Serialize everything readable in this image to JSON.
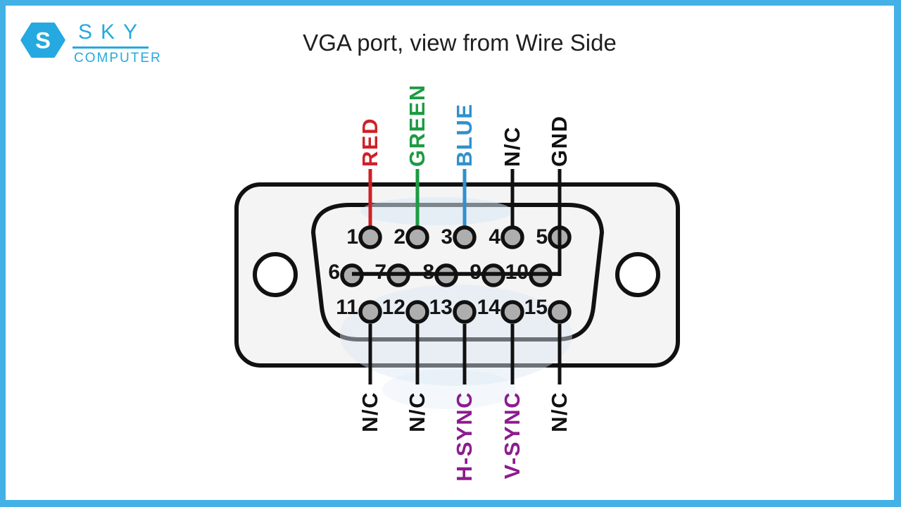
{
  "frame": {
    "border_color": "#43b1e6",
    "background": "#ffffff"
  },
  "logo": {
    "icon": "hexagon-s-logo",
    "monogram": "S",
    "brand_top": "SKY",
    "brand_bottom": "COMPUTER",
    "color": "#25a9e0"
  },
  "title": "VGA port, view from Wire Side",
  "diagram": {
    "type": "pinout",
    "rows": [
      {
        "pins": [
          1,
          2,
          3,
          4,
          5
        ]
      },
      {
        "pins": [
          6,
          7,
          8,
          9,
          10
        ]
      },
      {
        "pins": [
          11,
          12,
          13,
          14,
          15
        ]
      }
    ],
    "top_labels": [
      {
        "text": "RED",
        "color": "#cf2026",
        "pin": 1
      },
      {
        "text": "GREEN",
        "color": "#1d9b43",
        "pin": 2
      },
      {
        "text": "BLUE",
        "color": "#3190cc",
        "pin": 3
      },
      {
        "text": "N/C",
        "color": "#111111",
        "pin": 4
      },
      {
        "text": "GND",
        "color": "#111111",
        "pin": 5
      }
    ],
    "bottom_labels": [
      {
        "text": "N/C",
        "color": "#111111",
        "pin": 11
      },
      {
        "text": "N/C",
        "color": "#111111",
        "pin": 12
      },
      {
        "text": "H-SYNC",
        "color": "#8d1b8f",
        "pin": 13
      },
      {
        "text": "V-SYNC",
        "color": "#8d1b8f",
        "pin": 14
      },
      {
        "text": "N/C",
        "color": "#111111",
        "pin": 15
      }
    ],
    "gnd_bus": {
      "connected_pins": [
        5,
        6,
        7,
        8,
        9,
        10
      ]
    },
    "colors": {
      "ink": "#111111",
      "body_fill": "#f4f4f5",
      "pin_fill": "#aeaeae",
      "hole_fill": "#ffffff",
      "watermark": "#d9e7f4"
    }
  }
}
